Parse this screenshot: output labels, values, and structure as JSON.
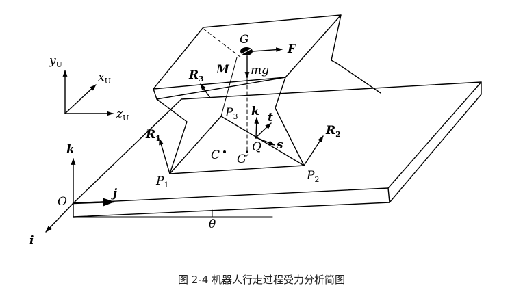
{
  "caption": "图 2-4 机器人行走过程受力分析简图",
  "labels": {
    "yU": "y",
    "yU_sub": "U",
    "xU": "x",
    "xU_sub": "U",
    "zU": "z",
    "zU_sub": "U",
    "G": "G",
    "F": "F",
    "M": "M",
    "mg": "mg",
    "R3": "R",
    "R3_sub": "3",
    "R1": "R",
    "R1_sub": "1",
    "R2": "R",
    "R2_sub": "2",
    "P3": "P",
    "P3_sub": "3",
    "P1": "P",
    "P1_sub": "1",
    "P2": "P",
    "P2_sub": "2",
    "k_local": "k",
    "t": "t",
    "s": "s",
    "Q": "Q",
    "C": "C",
    "Gp": "G′",
    "k": "k",
    "j": "j",
    "i": "i",
    "O": "O",
    "theta": "θ"
  }
}
